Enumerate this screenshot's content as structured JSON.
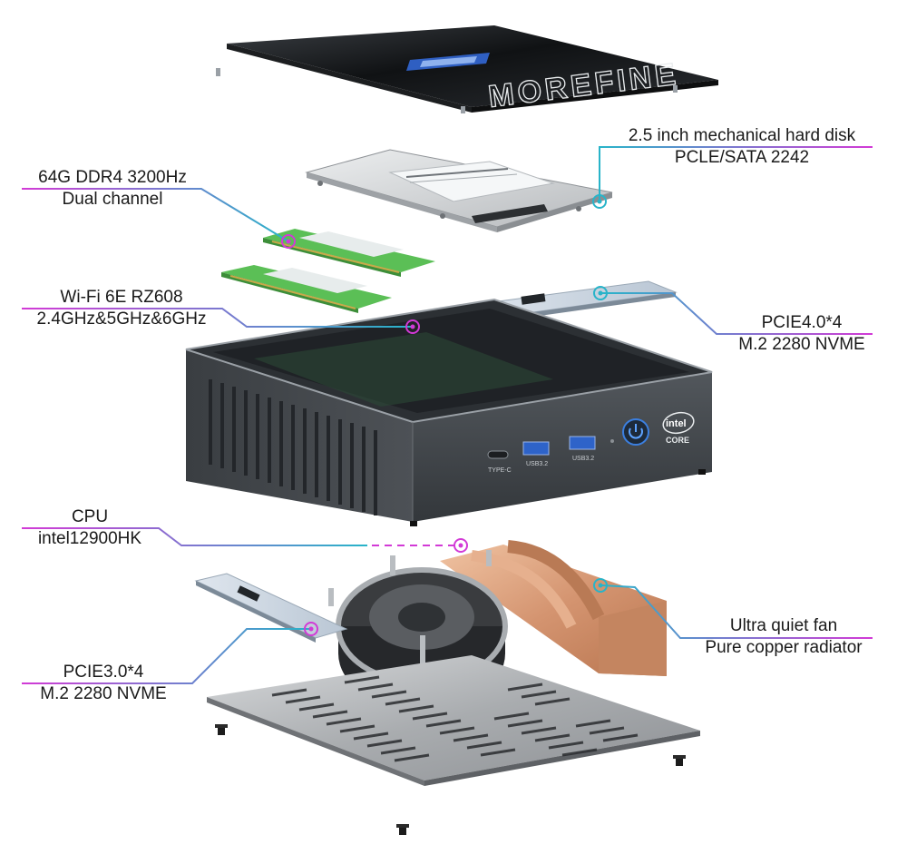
{
  "brand": {
    "lid_wordmark": "MOREFINE",
    "chip_logo": "intel",
    "chip_logo_sub": "CORE"
  },
  "ports": {
    "type_c": "TYPE-C",
    "usb_a_1": "USB3.2",
    "usb_a_2": "USB3.2"
  },
  "colors": {
    "magenta": "#d23ad6",
    "cyan": "#28b4c9",
    "chassis": "#3f4347",
    "copper": "#d9a07a",
    "pcb_green": "#5bbf56"
  },
  "callouts": [
    {
      "id": "hdd",
      "line1": "2.5 inch mechanical hard disk",
      "line2": "PCLE/SATA 2242"
    },
    {
      "id": "ram",
      "line1": "64G DDR4 3200Hz",
      "line2": "Dual channel"
    },
    {
      "id": "wifi",
      "line1": "Wi-Fi 6E RZ608",
      "line2": "2.4GHz&5GHz&6GHz"
    },
    {
      "id": "pcie4",
      "line1": "PCIE4.0*4",
      "line2": "M.2 2280 NVME"
    },
    {
      "id": "cpu",
      "line1": "CPU",
      "line2": "intel12900HK"
    },
    {
      "id": "fan",
      "line1": "Ultra quiet fan",
      "line2": "Pure copper radiator"
    },
    {
      "id": "pcie3",
      "line1": "PCIE3.0*4",
      "line2": "M.2 2280 NVME"
    }
  ]
}
